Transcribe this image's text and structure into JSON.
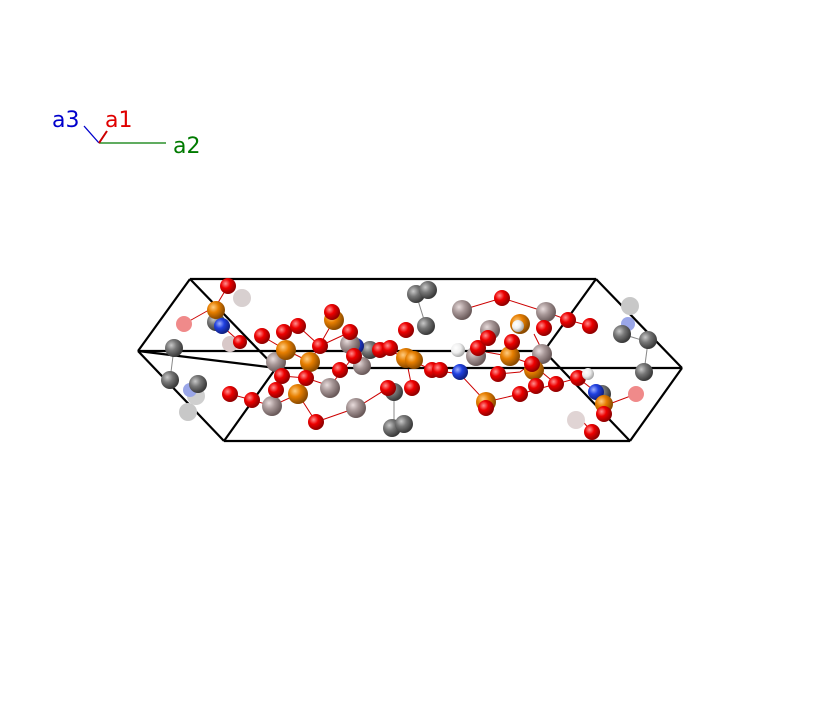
{
  "axes": {
    "a1": {
      "label": "a1",
      "color": "#e00000"
    },
    "a2": {
      "label": "a2",
      "color": "#007a00"
    },
    "a3": {
      "label": "a3",
      "color": "#0000cc"
    }
  },
  "element_colors": {
    "O": "#ee0000",
    "P": "#e67e00",
    "Al": "#a09090",
    "C": "#777777",
    "N": "#2040e0",
    "H": "#f2f2f2",
    "cell_edge": "#000000",
    "bond": "#cc0000"
  }
}
